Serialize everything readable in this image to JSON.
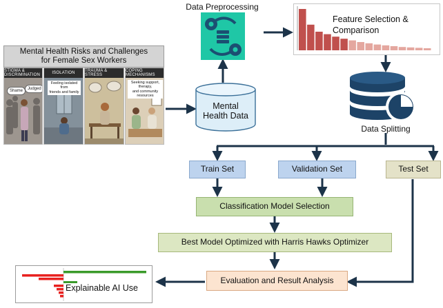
{
  "nodes": {
    "title_box": {
      "line1": "Mental Health Risks and Challenges",
      "line2": "for Female Sex Workers"
    },
    "panels": [
      {
        "header": "STIGMA & DISCRIMINATION",
        "bubble1": "Shame",
        "bubble2": "Judged"
      },
      {
        "header": "ISOLATION",
        "caption_line1": "Feeling isolated from",
        "caption_line2": "friends and family"
      },
      {
        "header": "TRAUMA & STRESS"
      },
      {
        "header": "COPING MECHANISMS",
        "caption_line1": "Seeking support, therapy,",
        "caption_line2": "and community resources"
      }
    ],
    "mental_health_data": {
      "line1": "Mental",
      "line2": "Health Data"
    },
    "data_preprocessing": "Data Preprocessing",
    "feature_selection": {
      "line1": "Feature Selection &",
      "line2": "Comparison"
    },
    "data_splitting": "Data Splitting",
    "train_set": "Train Set",
    "validation_set": "Validation Set",
    "test_set": "Test Set",
    "classification": "Classification Model Selection",
    "optimizer": "Best Model Optimized with Harris Hawks Optimizer",
    "evaluation": "Evaluation and Result Analysis",
    "xai": "Explainable AI Use"
  },
  "colors": {
    "title_box": "#d4d4d4",
    "cylinder": "#ddeef8",
    "preprocessing_bg": "#1fc7a6",
    "gear": "#1b4f72",
    "split_boxes": "#bdd3ee",
    "test_box": "#e4e2c8",
    "classification": "#c9dfae",
    "optimizer": "#dce7c2",
    "evaluation": "#fce4d0",
    "arrow": "#1c3349",
    "bars_main": "#c0504d",
    "bars_fade": "#e4a79f",
    "xai_red": "#e8211f",
    "xai_green": "#3a9a2a"
  },
  "feature_importance_bars": [
    1.0,
    0.62,
    0.45,
    0.39,
    0.33,
    0.28,
    0.24,
    0.2,
    0.17,
    0.14,
    0.12,
    0.1,
    0.08,
    0.07,
    0.06,
    0.05
  ]
}
